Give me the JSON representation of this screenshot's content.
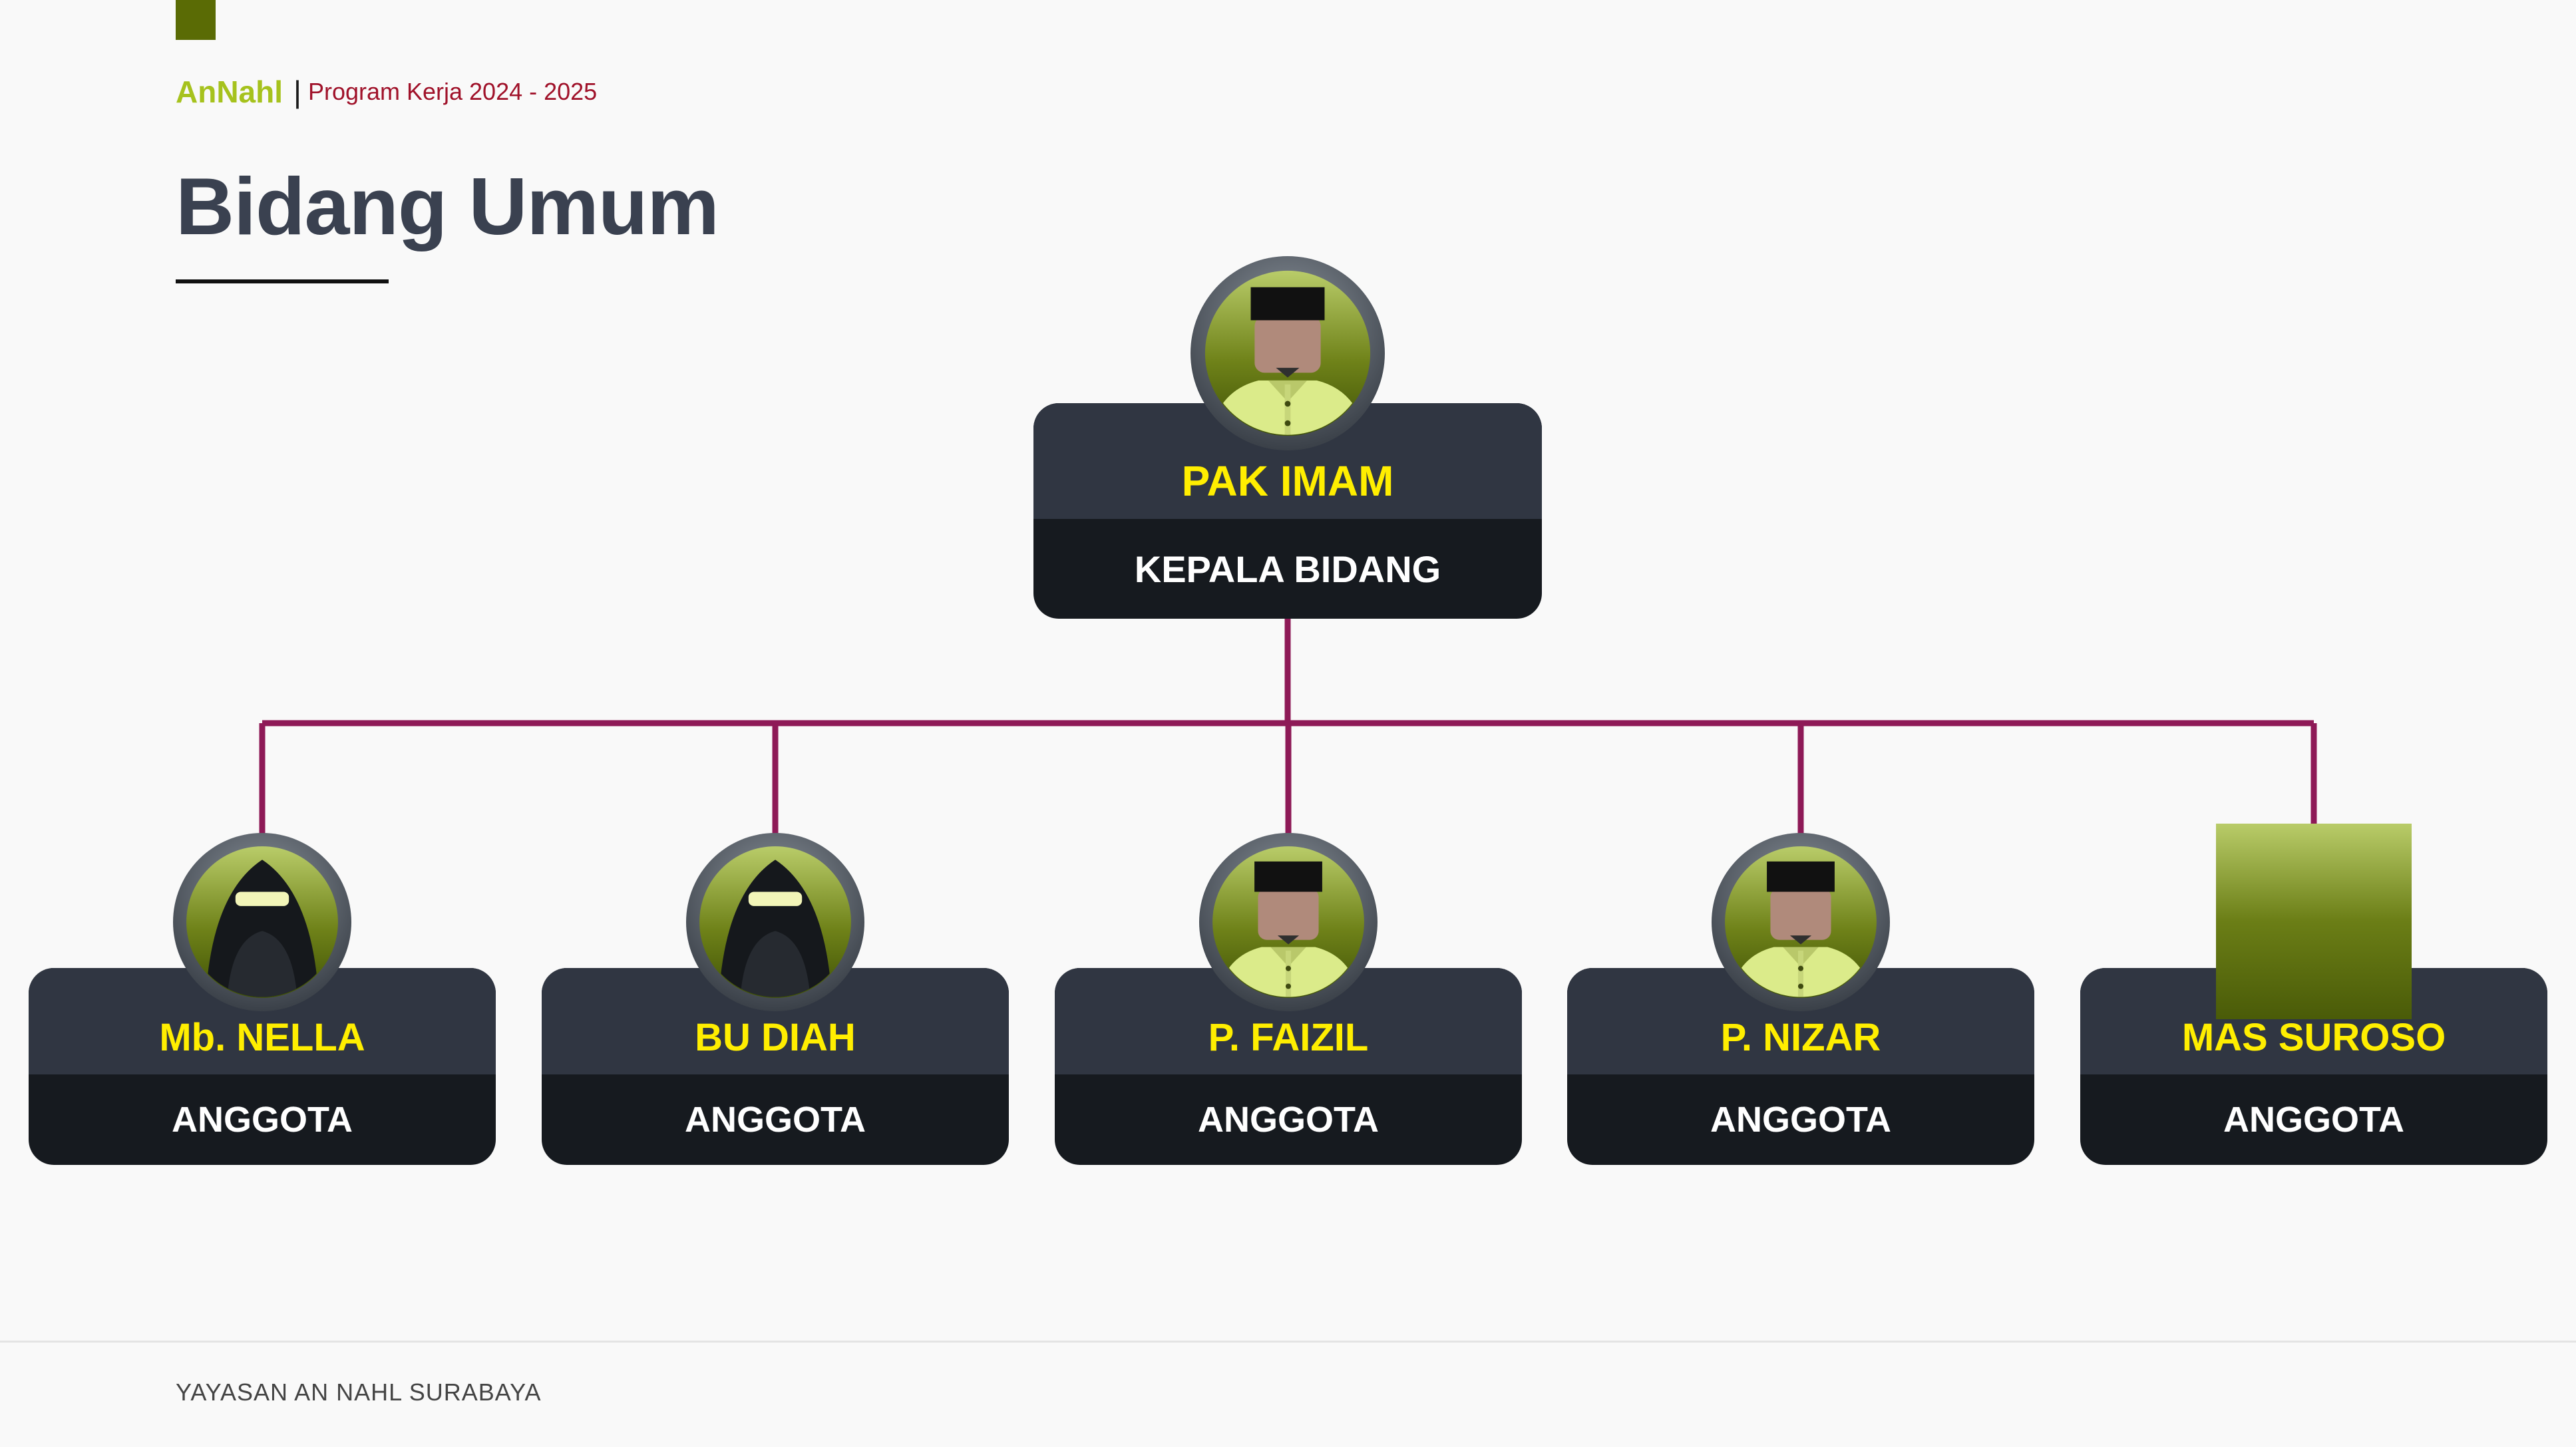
{
  "header": {
    "brand": "AnNahl",
    "separator": "|",
    "program": "Program Kerja 2024 - 2025"
  },
  "title": "Bidang Umum",
  "org_chart": {
    "head": {
      "name": "PAK IMAM",
      "role": "KEPALA BIDANG",
      "avatar": "man-kopiah-avatar-icon"
    },
    "members": [
      {
        "name": "Mb. NELLA",
        "role": "ANGGOTA",
        "avatar": "woman-niqab-avatar-icon"
      },
      {
        "name": "BU DIAH",
        "role": "ANGGOTA",
        "avatar": "woman-niqab-avatar-icon"
      },
      {
        "name": "P. FAIZIL",
        "role": "ANGGOTA",
        "avatar": "man-kopiah-avatar-icon"
      },
      {
        "name": "P. NIZAR",
        "role": "ANGGOTA",
        "avatar": "man-kopiah-avatar-icon"
      },
      {
        "name": "MAS SUROSO",
        "role": "ANGGOTA",
        "avatar": "photo-placeholder-icon"
      }
    ]
  },
  "footer": {
    "text": "YAYASAN AN NAHL SURABAYA"
  },
  "colors": {
    "brand": "#a6c21d",
    "accent_bar": "#5a6b05",
    "program_text": "#a0122a",
    "title": "#3a4150",
    "connector": "#8e1a57",
    "card_top": "#303642",
    "card_bottom": "#161a1f",
    "name_text": "#ffee00",
    "role_text": "#ffffff"
  }
}
